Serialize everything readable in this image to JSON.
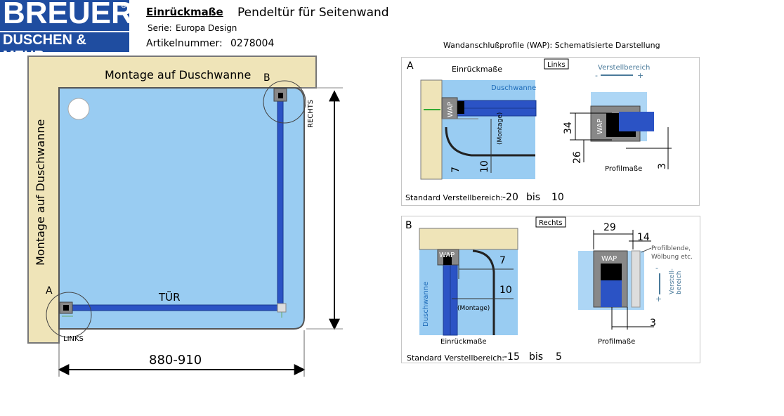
{
  "logo": {
    "line1": "BREUER",
    "registered": "®",
    "line2": "DUSCHEN & MEHR"
  },
  "header": {
    "title": "Einrückmaße",
    "subtitle": "Pendeltür für Seitenwand",
    "serie_label": "Serie:",
    "serie_value": "Europa Design",
    "article_label": "Artikelnummer:",
    "article_value": "0278004"
  },
  "plan": {
    "top_wall_label": "Montage auf Duschwanne",
    "side_wall_label": "Montage auf Duschwanne",
    "door_label": "TÜR",
    "point_a": "A",
    "point_b": "B",
    "links_label": "LINKS",
    "rechts_label": "RECHTS",
    "width_dimension": "880-910"
  },
  "wap_title": "Wandanschlußprofile (WAP): Schematisierte Darstellung",
  "panel_a": {
    "letter": "A",
    "heading": "Einrückmaße",
    "side_tag": "Links",
    "tray_label": "Duschwanne",
    "wap_label": "WAP",
    "montage_label": "(Montage)",
    "dim_7": "7",
    "dim_10": "10",
    "verstellbereich": "Verstellbereich",
    "minus": "-",
    "plus": "+",
    "dim_34": "34",
    "dim_26": "26",
    "dim_3": "3",
    "profilmasse": "Profilmaße",
    "standard_label": "Standard Verstellbereich:",
    "range_from": "-20",
    "range_bis": "bis",
    "range_to": "10"
  },
  "panel_b": {
    "letter": "B",
    "side_tag": "Rechts",
    "wap_label": "WAP",
    "dim_7": "7",
    "dim_10": "10",
    "montage_label": "(Montage)",
    "tray_label": "Duschwanne",
    "heading": "Einrückmaße",
    "dim_29": "29",
    "dim_14": "14",
    "profilblende": "Profilblende,",
    "wolbung": "Wölbung etc.",
    "verstell_1": "Verstell-",
    "verstell_2": "bereich",
    "minus": "-",
    "plus": "+",
    "dim_3": "3",
    "profilmasse": "Profilmaße",
    "standard_label": "Standard Verstellbereich:",
    "range_from": "-15",
    "range_bis": "bis",
    "range_to": "5"
  },
  "colors": {
    "brand": "#1f4da0",
    "tray": "#99ccf2",
    "wall": "#efe4b8",
    "profile": "#2b53c5",
    "outline": "#6e6e6e"
  }
}
